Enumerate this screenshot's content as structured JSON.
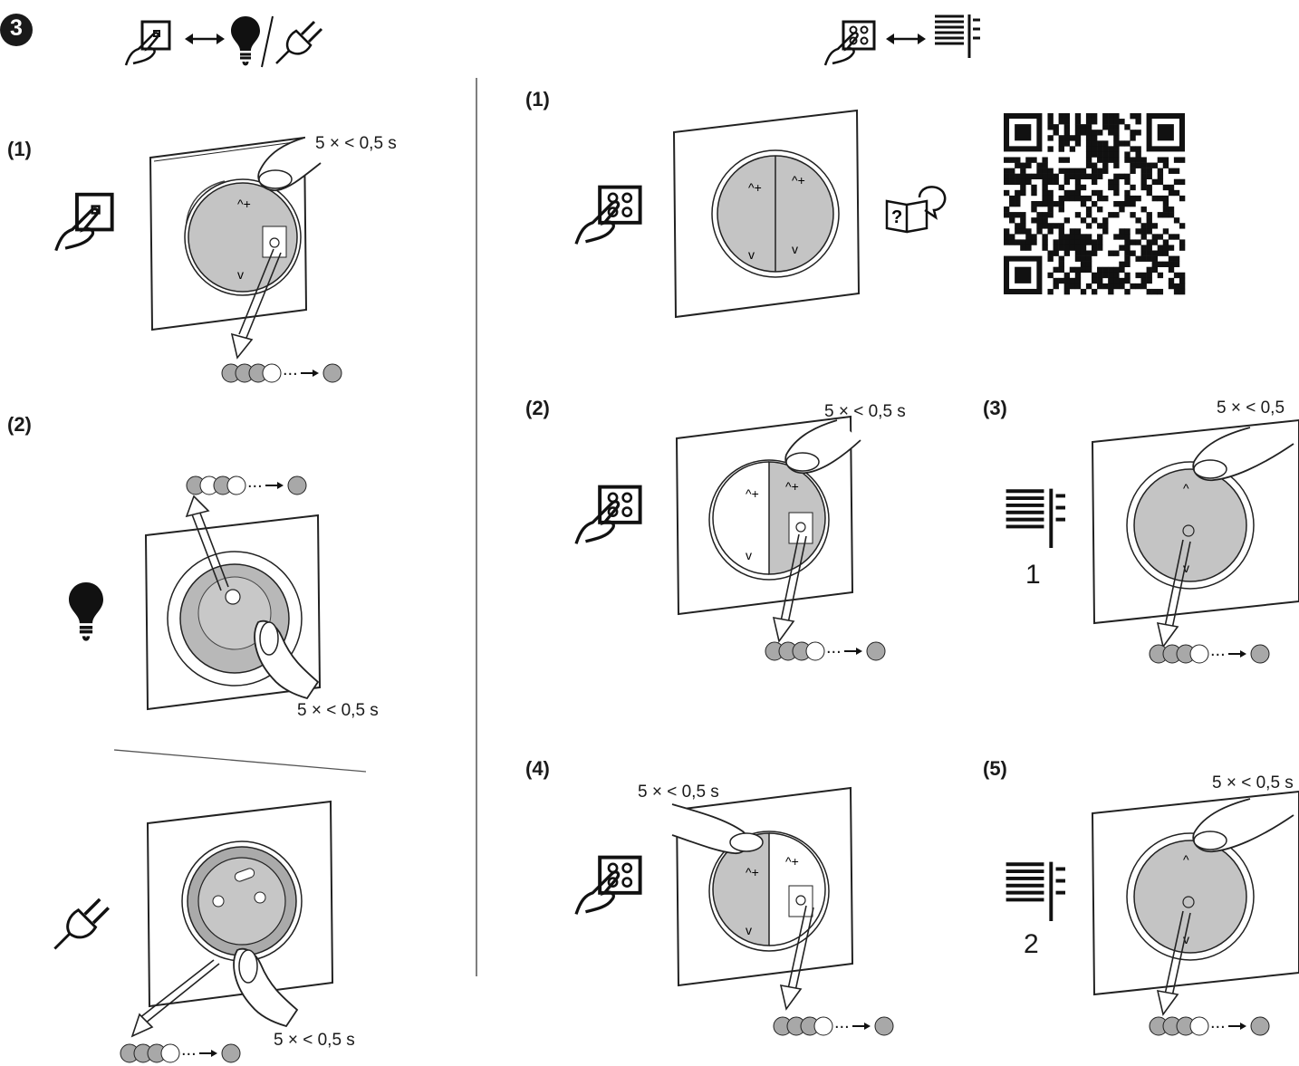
{
  "header": {
    "step_number": "3",
    "left_icons": [
      "pairing-switch-icon",
      "double-arrow-icon",
      "light-bulb-icon",
      "plug-icon"
    ],
    "right_icons": [
      "pairing-4-button-icon",
      "double-arrow-icon",
      "blind-icon"
    ]
  },
  "left_column": {
    "s1": {
      "label": "(1)",
      "timing": "5 × < 0,5 s"
    },
    "s2": {
      "label": "(2)",
      "timing_light": "5 × < 0,5 s",
      "timing_socket": "5 × < 0,5 s"
    }
  },
  "right_column": {
    "s1": {
      "label": "(1)",
      "qr": "qr-code-icon"
    },
    "s2": {
      "label": "(2)",
      "timing": "5 × < 0,5 s"
    },
    "s3": {
      "label": "(3)",
      "timing": "5 × < 0,5",
      "blind_number": "1"
    },
    "s4": {
      "label": "(4)",
      "timing": "5 × < 0,5 s"
    },
    "s5": {
      "label": "(5)",
      "timing": "5 × < 0,5 s",
      "blind_number": "2"
    }
  },
  "led_sequence": {
    "pattern": [
      "gray",
      "gray",
      "gray",
      "white"
    ],
    "ellipsis": "...",
    "end_state": "gray"
  },
  "colors": {
    "led_gray": "#a8a8a8",
    "knob_gray": "#c4c4c4",
    "line": "#333333"
  }
}
